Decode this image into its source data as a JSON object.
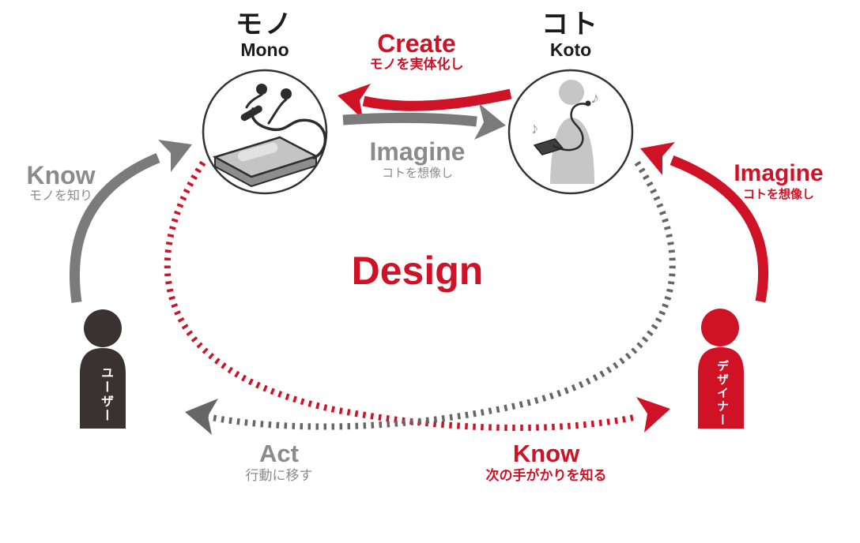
{
  "diagram": {
    "center_title": "Design",
    "colors": {
      "accent_red": "#d01226",
      "arrow_gray": "#7b7b7b",
      "dotted_gray": "#666666",
      "label_gray": "#8b8b8b",
      "user_dark": "#3a3132",
      "silhouette_gray": "#c6c6c6"
    },
    "nodes": {
      "mono": {
        "title": "モノ",
        "name": "Mono"
      },
      "koto": {
        "title": "コト",
        "name": "Koto"
      }
    },
    "flows": {
      "create": {
        "label": "Create",
        "note": "モノを実体化し"
      },
      "imagine_top": {
        "label": "Imagine",
        "note": "コトを想像し"
      },
      "know_left": {
        "label": "Know",
        "note": "モノを知り"
      },
      "imagine_right": {
        "label": "Imagine",
        "note": "コトを想像し"
      },
      "act": {
        "label": "Act",
        "note": "行動に移す"
      },
      "know_bottom": {
        "label": "Know",
        "note": "次の手がかりを知る"
      }
    },
    "actors": {
      "user": {
        "label": "ユーザー"
      },
      "designer": {
        "label": "デザイナー"
      }
    },
    "icons": {
      "music_note": "♪"
    }
  }
}
